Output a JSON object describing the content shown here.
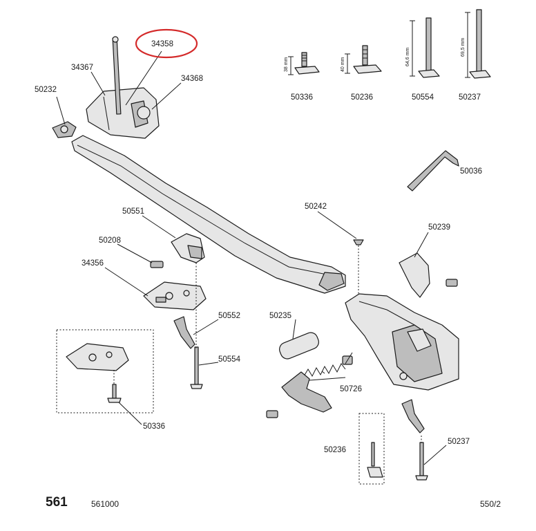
{
  "highlight": {
    "part": "34358",
    "color": "#d42a2a"
  },
  "parts": {
    "p34358": "34358",
    "p34367": "34367",
    "p34368": "34368",
    "p50232": "50232",
    "p50336_top": "50336",
    "p50236_top": "50236",
    "p50554_top": "50554",
    "p50237_top": "50237",
    "p50036": "50036",
    "p50242": "50242",
    "p50551": "50551",
    "p50239": "50239",
    "p50208": "50208",
    "p34356": "34356",
    "p50552": "50552",
    "p50235": "50235",
    "p50554": "50554",
    "p50726": "50726",
    "p50336": "50336",
    "p50236": "50236",
    "p50237": "50237"
  },
  "dimensions": {
    "d38": "38 mm",
    "d40": "40 mm",
    "d64": "64,6 mm",
    "d69": "69,5 mm"
  },
  "footer": {
    "page_number": "561",
    "catalog_code": "561000",
    "sheet_ref": "550/2"
  }
}
